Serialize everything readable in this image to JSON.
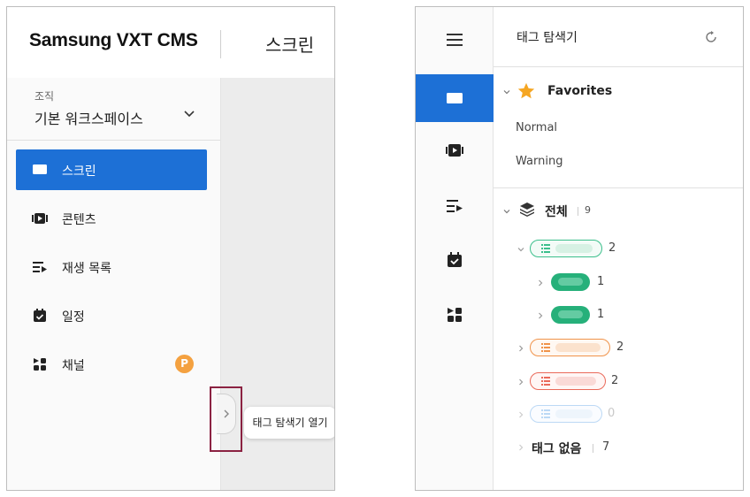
{
  "left": {
    "app_title": "Samsung VXT CMS",
    "page_title": "스크린",
    "org_label": "조직",
    "org_name": "기본 워크스페이스",
    "nav": [
      {
        "label": "스크린",
        "icon": "screen-icon",
        "active": true
      },
      {
        "label": "콘텐츠",
        "icon": "content-icon"
      },
      {
        "label": "재생 목록",
        "icon": "playlist-icon"
      },
      {
        "label": "일정",
        "icon": "schedule-icon"
      },
      {
        "label": "채널",
        "icon": "channel-icon",
        "badge": "P"
      }
    ],
    "tooltip": "태그 탐색기 열기"
  },
  "right": {
    "title": "태그 탐색기",
    "favorites_label": "Favorites",
    "favorites_items": [
      "Normal",
      "Warning"
    ],
    "all_label": "전체",
    "all_count": "9",
    "tags": [
      {
        "count": "2",
        "color": "#3bbf8c",
        "expanded": true
      },
      {
        "count": "1",
        "color": "#26b07a",
        "child": true
      },
      {
        "count": "1",
        "color": "#26b07a",
        "child": true
      },
      {
        "count": "2",
        "color": "#f0934a"
      },
      {
        "count": "2",
        "color": "#ea6a5a"
      },
      {
        "count": "0",
        "color": "#bcd9f5",
        "disabled": true
      }
    ],
    "no_tag_label": "태그 없음",
    "no_tag_count": "7"
  },
  "colors": {
    "accent": "#1d70d6",
    "highlight": "#8b2242",
    "badge": "#f4a140",
    "star": "#f5a623"
  }
}
